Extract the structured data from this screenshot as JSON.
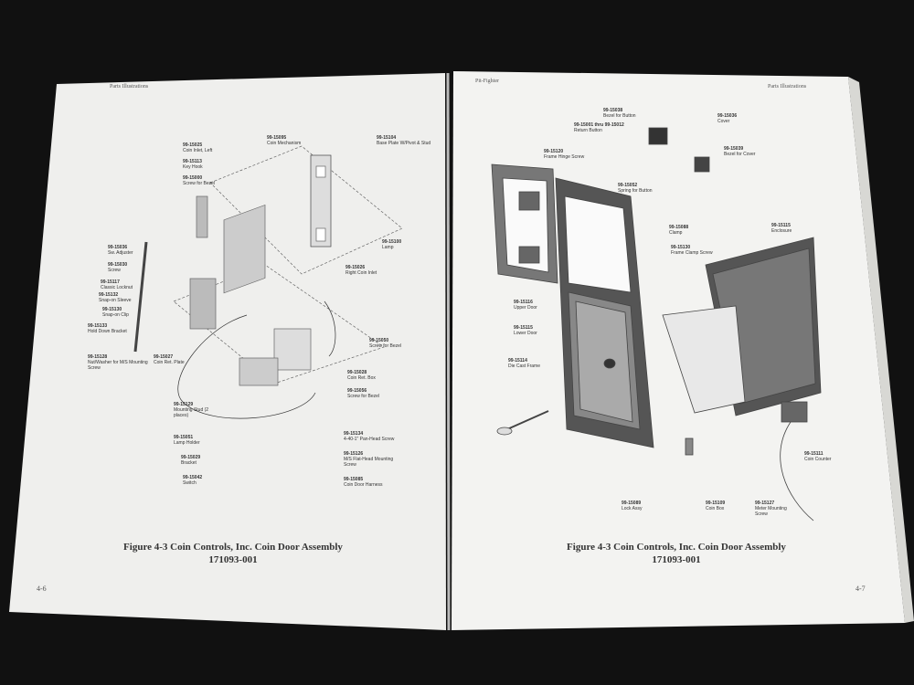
{
  "left_page": {
    "header": "Parts Illustrations",
    "page_number": "4-6",
    "figure_title": "Figure 4-3  Coin Controls, Inc. Coin Door Assembly",
    "figure_number": "171093-001",
    "labels": [
      {
        "num": "99-15025",
        "text": "Coin Inlet, Left"
      },
      {
        "num": "99-15113",
        "text": "Key Hook"
      },
      {
        "num": "99-15000",
        "text": "Screw for Bezel"
      },
      {
        "num": "99-15095",
        "text": "Coin Mechanism"
      },
      {
        "num": "99-15104",
        "text": "Base Plate W/Pivot & Stud"
      },
      {
        "num": "99-15036",
        "text": "Sw. Adjuster"
      },
      {
        "num": "99-15030",
        "text": "Screw"
      },
      {
        "num": "99-15117",
        "text": "Classic Locknut"
      },
      {
        "num": "99-15132",
        "text": "Snap-on Sleeve"
      },
      {
        "num": "99-15130",
        "text": "Snap-on Clip"
      },
      {
        "num": "99-15133",
        "text": "Hold Down Bracket"
      },
      {
        "num": "99-15128",
        "text": "Nut/Washer for M/S Mounting Screw"
      },
      {
        "num": "99-15027",
        "text": "Coin Ret. Plate"
      },
      {
        "num": "99-15100",
        "text": "Lamp"
      },
      {
        "num": "99-15026",
        "text": "Right Coin Inlet"
      },
      {
        "num": "99-15050",
        "text": "Screw for Bezel"
      },
      {
        "num": "99-15028",
        "text": "Coin Ret. Box"
      },
      {
        "num": "99-15056",
        "text": "Screw for Bezel"
      },
      {
        "num": "99-15129",
        "text": "Mounting Stud (2 places)"
      },
      {
        "num": "99-15051",
        "text": "Lamp Holder"
      },
      {
        "num": "99-15029",
        "text": "Bracket"
      },
      {
        "num": "99-15042",
        "text": "Switch"
      },
      {
        "num": "99-15134",
        "text": "4-40-1\" Pan-Head Screw"
      },
      {
        "num": "99-15126",
        "text": "M/S Flat-Head Mounting Screw"
      },
      {
        "num": "99-15085",
        "text": "Coin Door Harness"
      }
    ]
  },
  "right_page": {
    "header_left": "Pit-Fighter",
    "header_right": "Parts Illustrations",
    "page_number": "4-7",
    "figure_title": "Figure 4-3  Coin Controls, Inc. Coin Door Assembly",
    "figure_number": "171093-001",
    "labels": [
      {
        "num": "99-15038",
        "text": "Bezel for Button"
      },
      {
        "num": "99-15001 thru 99-15012",
        "text": "Return Button"
      },
      {
        "num": "99-15036",
        "text": "Cover"
      },
      {
        "num": "99-15039",
        "text": "Bezel for Cover"
      },
      {
        "num": "99-15120",
        "text": "Frame Hinge Screw"
      },
      {
        "num": "99-15052",
        "text": "Spring for Button"
      },
      {
        "num": "99-15088",
        "text": "Clamp"
      },
      {
        "num": "99-15130",
        "text": "Frame Clamp Screw"
      },
      {
        "num": "99-15115",
        "text": "Enclosure"
      },
      {
        "num": "99-15116",
        "text": "Upper Door"
      },
      {
        "num": "99-15115",
        "text": "Lower Door"
      },
      {
        "num": "99-15114",
        "text": "Die Cast Frame"
      },
      {
        "num": "99-15111",
        "text": "Coin Counter"
      },
      {
        "num": "99-15089",
        "text": "Lock Assy"
      },
      {
        "num": "99-15109",
        "text": "Coin Box"
      },
      {
        "num": "99-15127",
        "text": "Meter Mounting Screw"
      }
    ]
  },
  "colors": {
    "background": "#111111",
    "paper": "#f1f1ef",
    "ink": "#333333"
  }
}
